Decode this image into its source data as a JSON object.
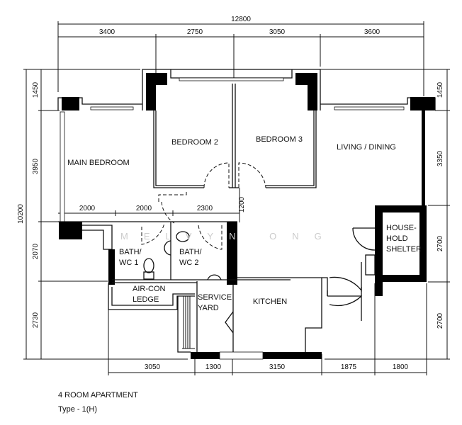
{
  "plan": {
    "dimensions": {
      "overall_width": "12800",
      "top": [
        "3400",
        "2750",
        "3050",
        "3600"
      ],
      "left_overall": "10200",
      "left": [
        "1450",
        "3950",
        "2070",
        "2730"
      ],
      "right": [
        "1450",
        "3350",
        "2700",
        "2700"
      ],
      "bottom": [
        "3050",
        "1300",
        "3150",
        "1875",
        "1800"
      ],
      "interior": [
        "2000",
        "2000",
        "2300",
        "1200"
      ]
    },
    "rooms": {
      "main_bedroom": "MAIN BEDROOM",
      "bedroom2": "BEDROOM 2",
      "bedroom3": "BEDROOM 3",
      "living_dining": "LIVING / DINING",
      "bath1_line1": "BATH/",
      "bath1_line2": "WC 1",
      "bath2_line1": "BATH/",
      "bath2_line2": "WC 2",
      "aircon_line1": "AIR-CON",
      "aircon_line2": "LEDGE",
      "service_line1": "SERVICE",
      "service_line2": "YARD",
      "kitchen": "KITCHEN",
      "shelter_line1": "HOUSE-",
      "shelter_line2": "HOLD",
      "shelter_line3": "SHELTER"
    },
    "watermark": "MELVYN ONG",
    "title": "4 ROOM APARTMENT",
    "type": "Type  -  1(H)"
  }
}
